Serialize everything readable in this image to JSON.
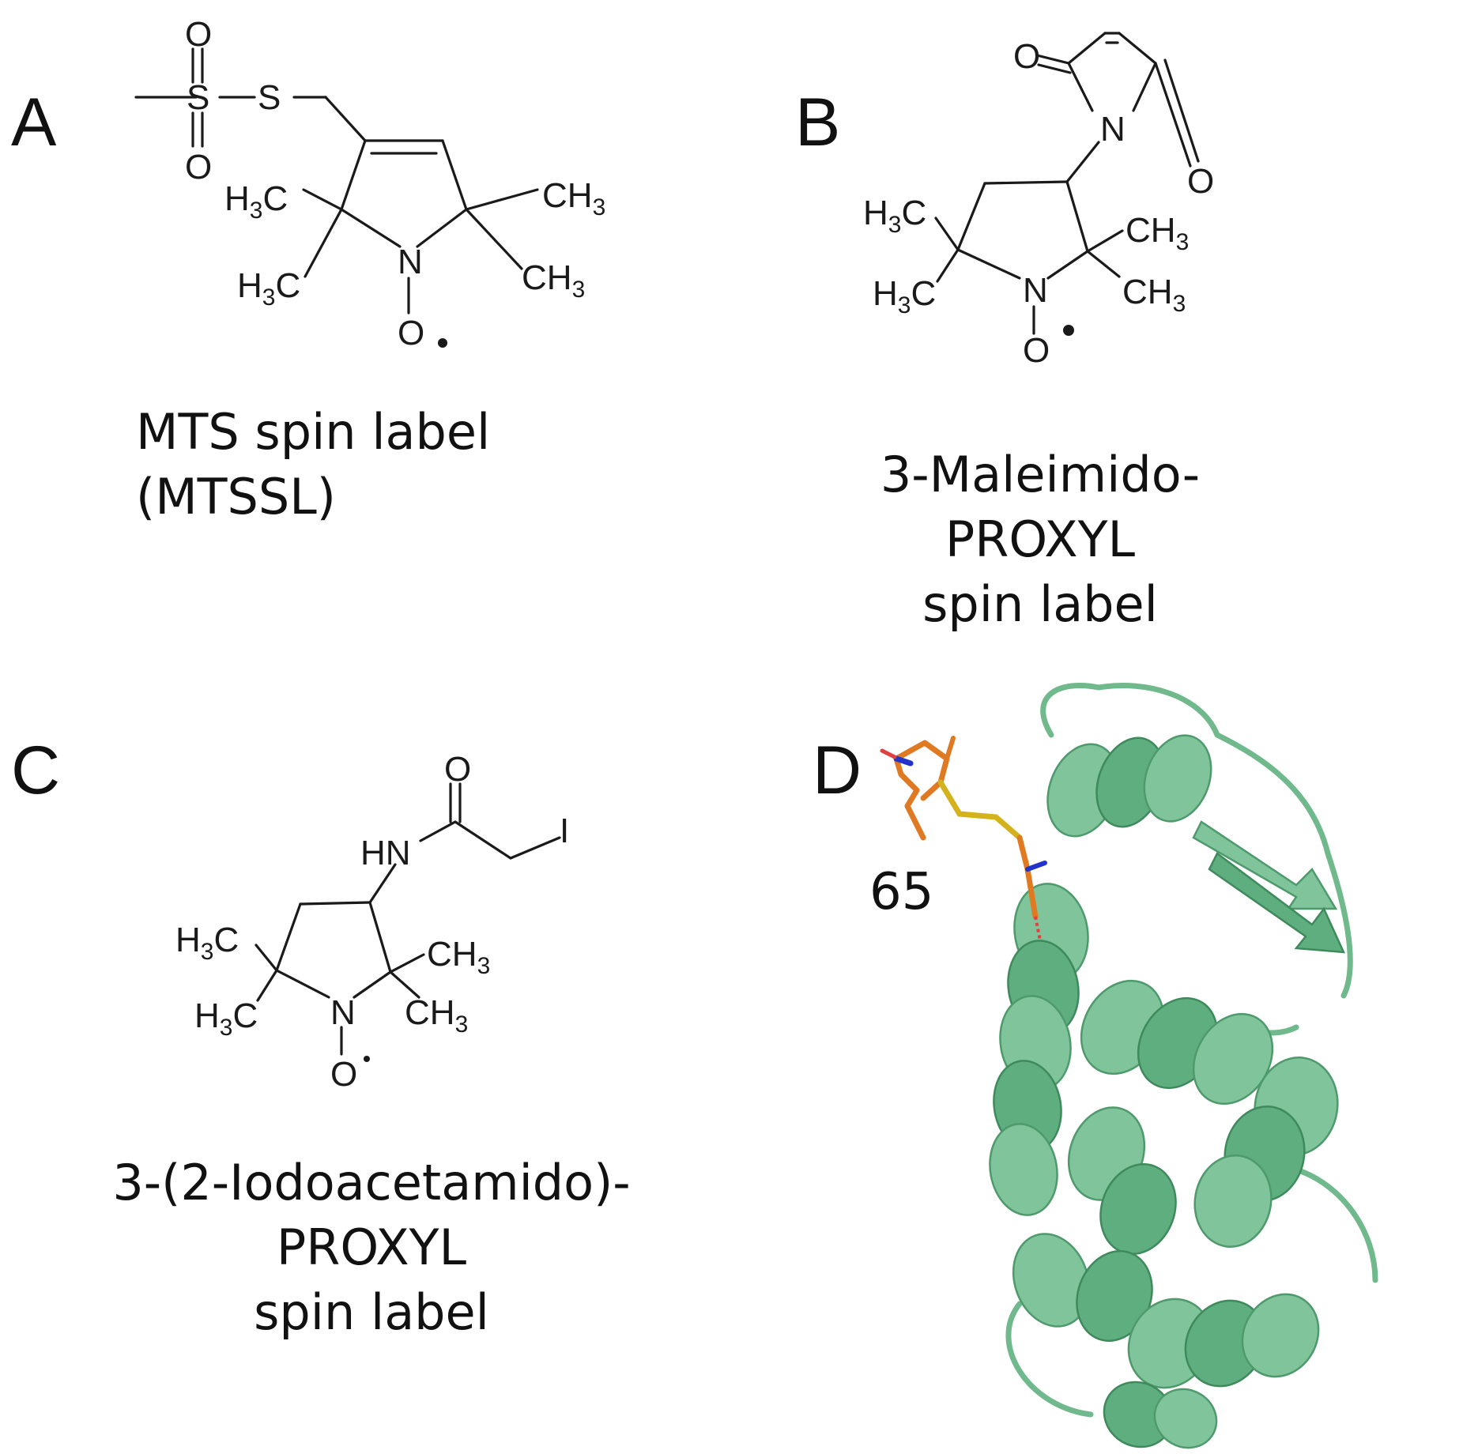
{
  "panels": {
    "A": {
      "letter": "A",
      "caption": [
        "MTS spin label",
        "(MTSSL)"
      ],
      "atoms": {
        "o_top": "O",
        "s1": "S",
        "s2": "S",
        "o_bot": "O",
        "n": "N",
        "o": "O",
        "h3c1": "H",
        "h3c1_sub": "3",
        "h3c1_c": "C",
        "h3c2": "H",
        "h3c2_sub": "3",
        "h3c2_c": "C",
        "ch3_1": "CH",
        "ch3_1_sub": "3",
        "ch3_2": "CH",
        "ch3_2_sub": "3"
      }
    },
    "B": {
      "letter": "B",
      "caption": [
        "3-Maleimido-",
        "PROXYL",
        "spin label"
      ],
      "atoms": {
        "o1": "O",
        "o2": "O",
        "n_mal": "N",
        "n": "N",
        "o": "O",
        "h3c1": "H",
        "h3c1_sub": "3",
        "h3c1_c": "C",
        "h3c2": "H",
        "h3c2_sub": "3",
        "h3c2_c": "C",
        "ch3_1": "CH",
        "ch3_1_sub": "3",
        "ch3_2": "CH",
        "ch3_2_sub": "3"
      }
    },
    "C": {
      "letter": "C",
      "caption": [
        "3-(2-Iodoacetamido)-",
        "PROXYL",
        "spin label"
      ],
      "atoms": {
        "o_carb": "O",
        "hn": "HN",
        "i": "I",
        "n": "N",
        "o": "O",
        "h3c1": "H",
        "h3c1_sub": "3",
        "h3c1_c": "C",
        "h3c2": "H",
        "h3c2_sub": "3",
        "h3c2_c": "C",
        "ch3_1": "CH",
        "ch3_1_sub": "3",
        "ch3_2": "CH",
        "ch3_2_sub": "3"
      }
    },
    "D": {
      "letter": "D",
      "residue_label": "65",
      "colors": {
        "protein": "#7fc49a",
        "label_carbon": "#e07a22",
        "label_sulfur": "#d4b21e",
        "label_nitrogen": "#2233cc",
        "label_oxygen": "#e04040"
      }
    }
  }
}
